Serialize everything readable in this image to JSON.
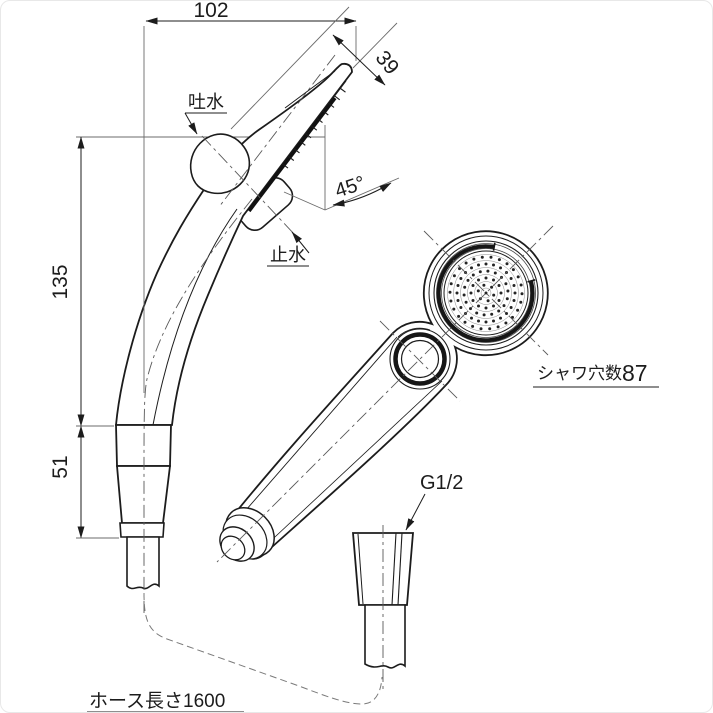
{
  "drawing_type": "technical-dimension-drawing",
  "subject": "hand-shower-head-two-views",
  "labels": {
    "spout": "吐水",
    "stop": "止水",
    "shower_holes": "シャワ穴数",
    "holes_count": "87",
    "thread_size": "G1/2",
    "hose_length": "ホース長さ1600"
  },
  "dimensions": {
    "overall_width": "102",
    "upper_height": "135",
    "lower_height": "51",
    "head_depth": "39",
    "head_angle": "45°"
  },
  "style": {
    "outline_color": "#1c1c1c",
    "thin_line_color": "#6b6b6b",
    "center_line_color": "#5a5a5a",
    "background": "#ffffff"
  }
}
